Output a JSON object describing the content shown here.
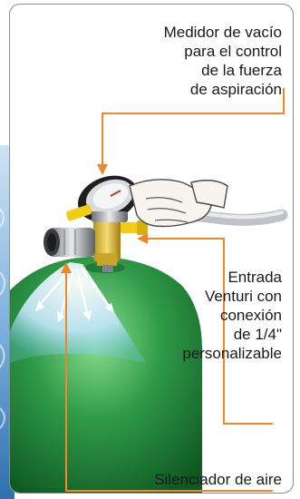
{
  "labels": {
    "vacuum_gauge": [
      "Medidor de vacío",
      "para el control",
      "de la fuerza",
      "de aspiración"
    ],
    "venturi_inlet": [
      "Entrada",
      "Venturi con",
      "conexión",
      "de 1/4\"",
      "personalizable"
    ],
    "air_silencer": "Silenciador de aire"
  },
  "colors": {
    "callout_line": "#f0872b",
    "card_border": "#8d8d8d",
    "tank_green": "#2f9a48",
    "fitting_yellow": "#f2cc12",
    "background_water": "#3f88c5"
  }
}
